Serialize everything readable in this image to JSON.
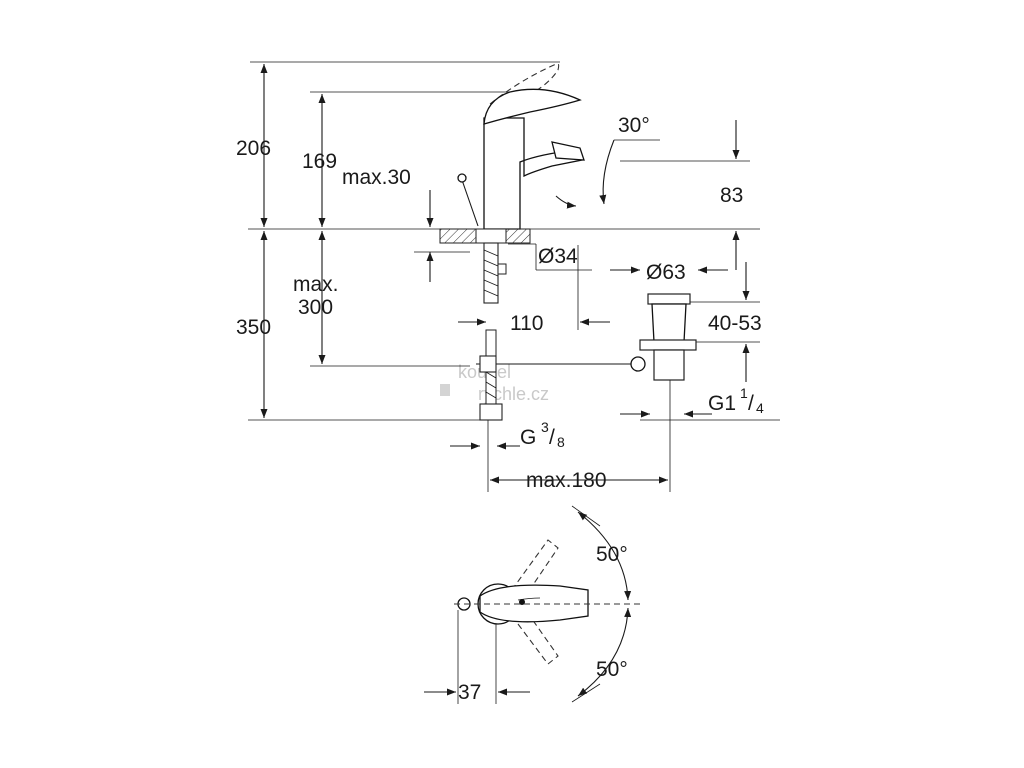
{
  "drawing": {
    "labels": {
      "height_total": "206",
      "height_spout": "169",
      "max_30": "max.30",
      "angle_30": "30°",
      "spout_83": "83",
      "dia_34": "Ø34",
      "dia_63": "Ø63",
      "max_label": "max.",
      "depth_300": "300",
      "depth_350": "350",
      "dist_110": "110",
      "range_40_53": "40-53",
      "thread_g": "G",
      "thread_g_num": "3",
      "thread_g_den": "8",
      "thread_g1": "G1",
      "thread_g1_num": "1",
      "thread_g1_den": "4",
      "max_180": "max.180",
      "angle_50_top": "50°",
      "angle_50_bottom": "50°",
      "dist_37": "37"
    },
    "watermark": {
      "line1": "koupel",
      "line2": "rychle.cz"
    }
  }
}
